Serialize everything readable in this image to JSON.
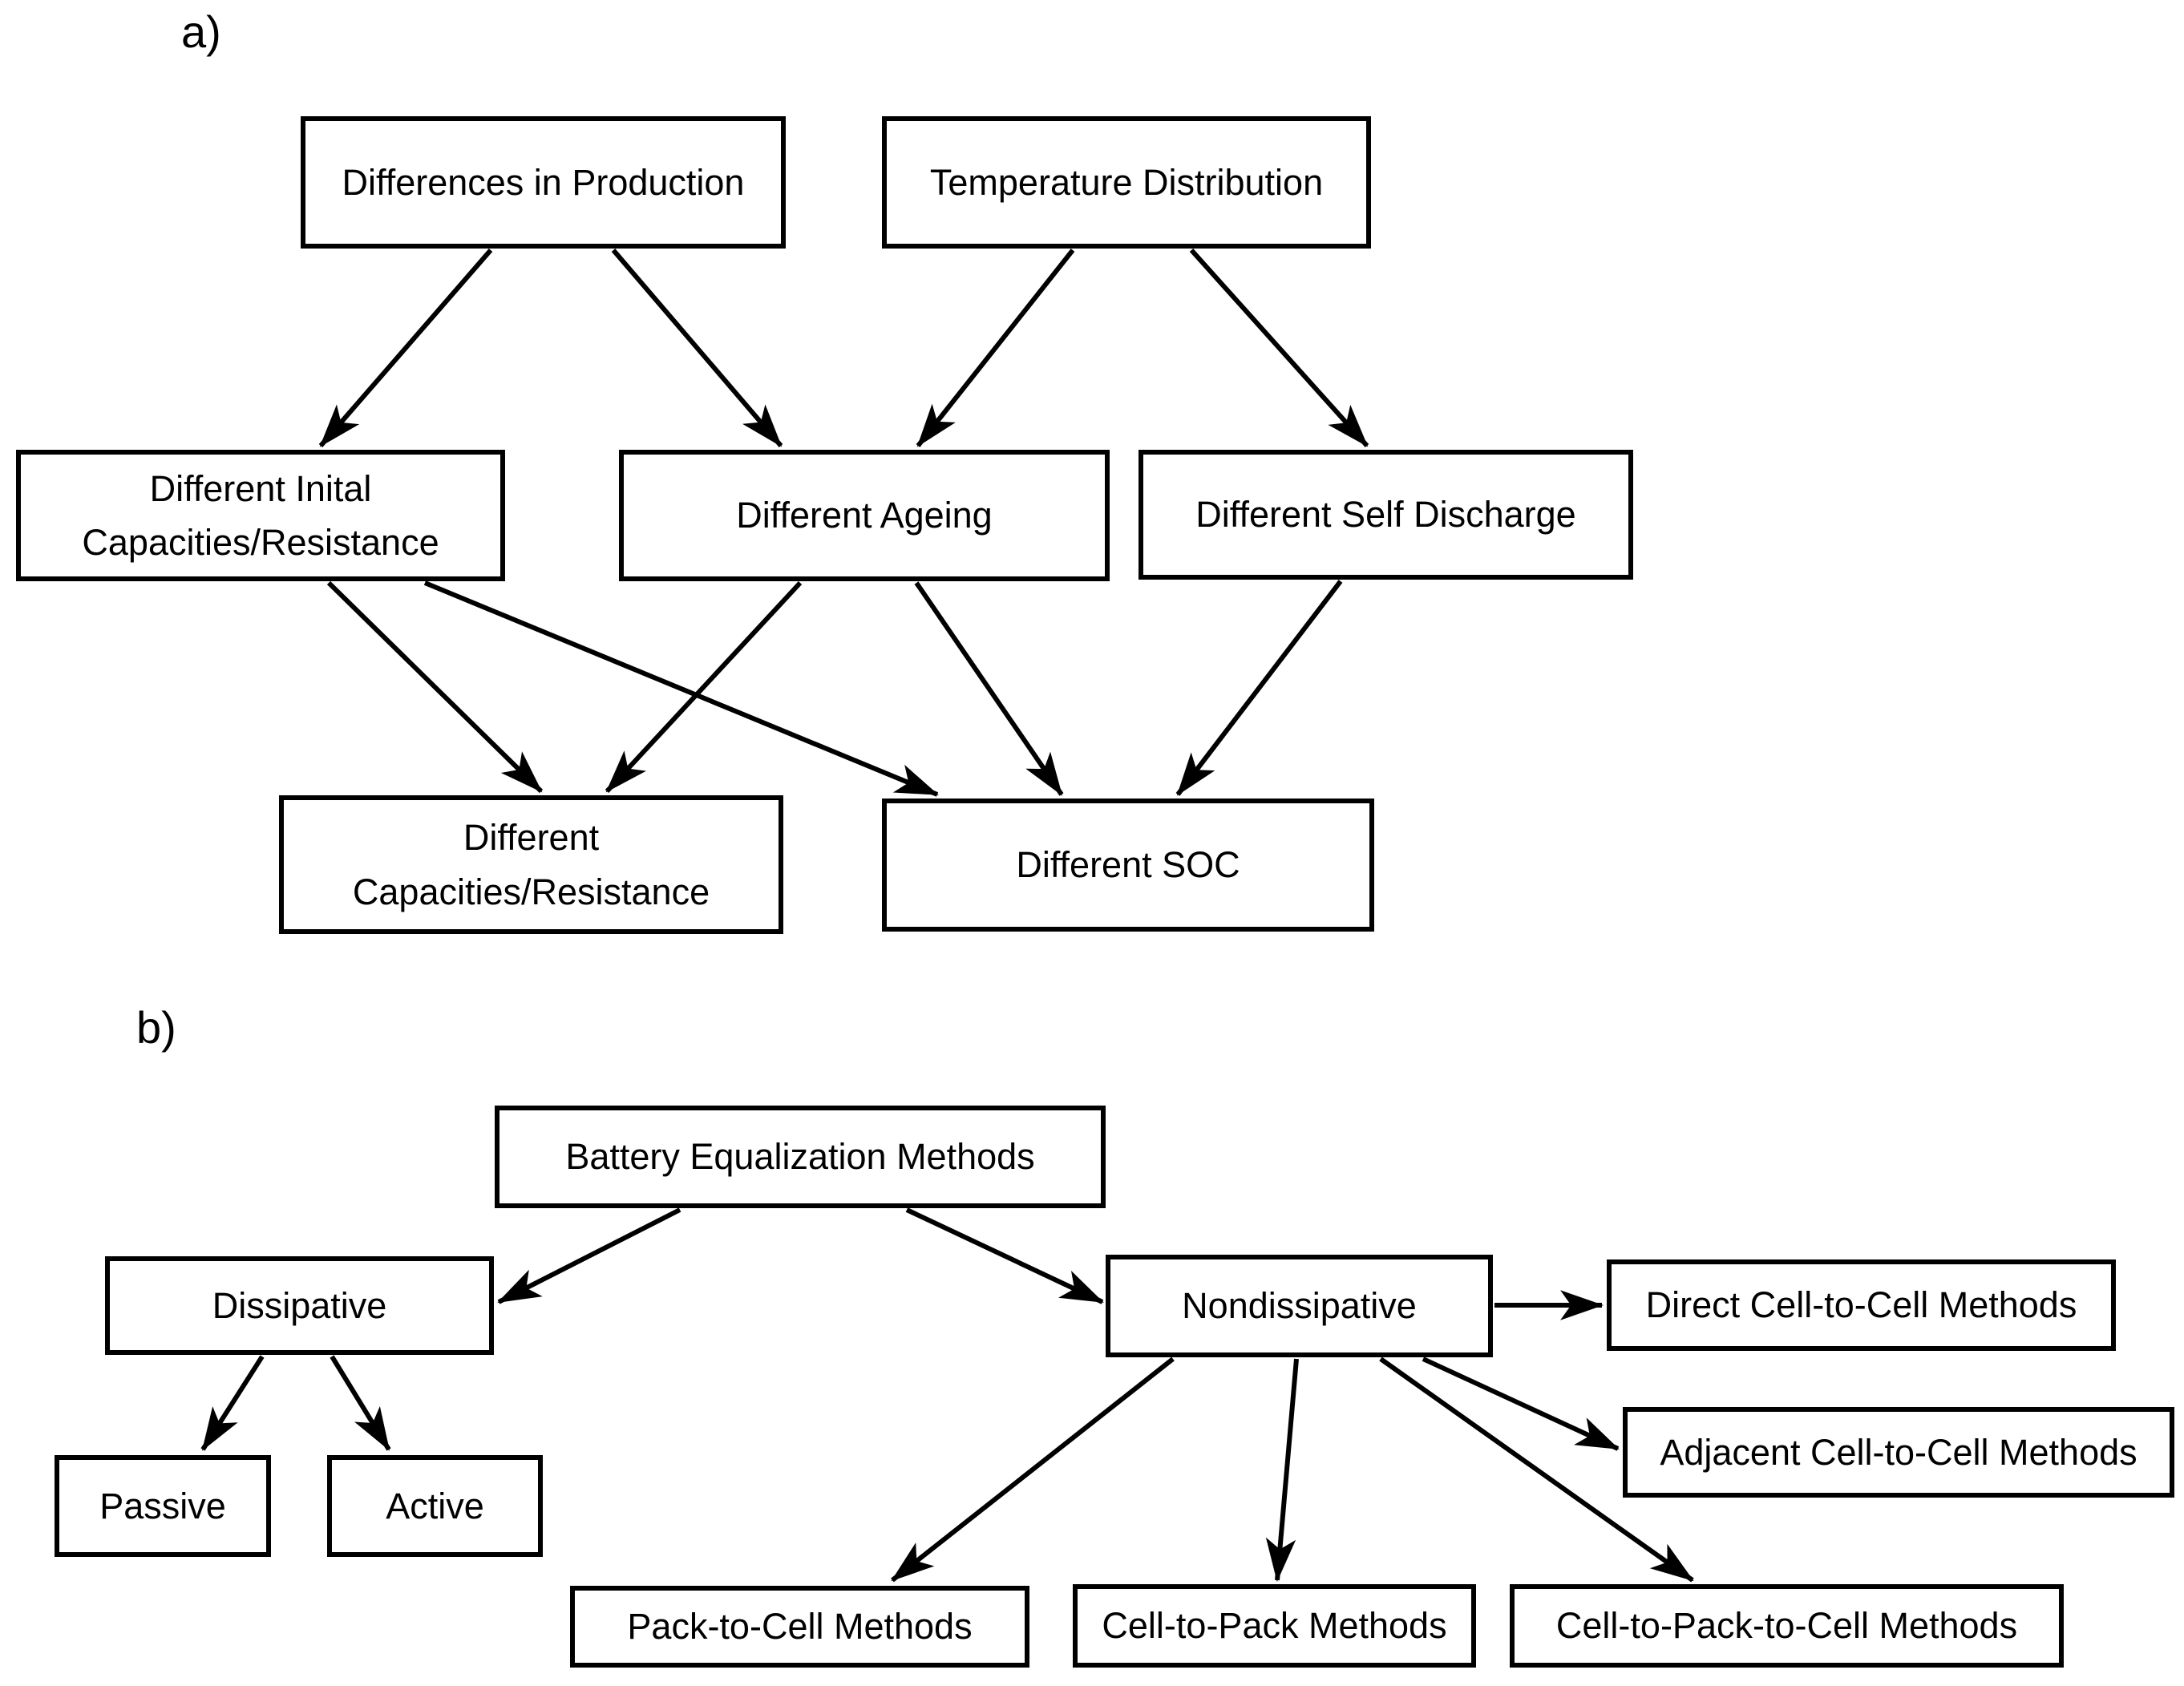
{
  "colors": {
    "ink": "#000000",
    "background": "#ffffff"
  },
  "panel_a": {
    "label": "a)",
    "nodes": {
      "a1": {
        "label": "Differences in Production"
      },
      "a2": {
        "label": "Temperature Distribution"
      },
      "a3": {
        "label": "Different Inital Capacities/Resistance"
      },
      "a4": {
        "label": "Different Ageing"
      },
      "a5": {
        "label": "Different Self Discharge"
      },
      "a6": {
        "label": "Different Capacities/Resistance"
      },
      "a7": {
        "label": "Different SOC"
      }
    },
    "edges": [
      [
        "a1",
        "a3"
      ],
      [
        "a1",
        "a4"
      ],
      [
        "a2",
        "a4"
      ],
      [
        "a2",
        "a5"
      ],
      [
        "a3",
        "a6"
      ],
      [
        "a3",
        "a7"
      ],
      [
        "a4",
        "a6"
      ],
      [
        "a4",
        "a7"
      ],
      [
        "a5",
        "a7"
      ]
    ]
  },
  "panel_b": {
    "label": "b)",
    "nodes": {
      "root": {
        "label": "Battery Equalization Methods"
      },
      "dissipative": {
        "label": "Dissipative"
      },
      "nondissipative": {
        "label": "Nondissipative"
      },
      "passive": {
        "label": "Passive"
      },
      "active": {
        "label": "Active"
      },
      "direct": {
        "label": "Direct Cell-to-Cell Methods"
      },
      "adjacent": {
        "label": "Adjacent Cell-to-Cell Methods"
      },
      "pack_to_cell": {
        "label": "Pack-to-Cell Methods"
      },
      "cell_to_pack": {
        "label": "Cell-to-Pack Methods"
      },
      "cell_to_pack_to_cell": {
        "label": "Cell-to-Pack-to-Cell Methods"
      }
    },
    "edges": [
      [
        "root",
        "dissipative"
      ],
      [
        "root",
        "nondissipative"
      ],
      [
        "dissipative",
        "passive"
      ],
      [
        "dissipative",
        "active"
      ],
      [
        "nondissipative",
        "direct"
      ],
      [
        "nondissipative",
        "pack_to_cell"
      ],
      [
        "nondissipative",
        "cell_to_pack"
      ],
      [
        "nondissipative",
        "cell_to_pack_to_cell"
      ],
      [
        "nondissipative",
        "adjacent"
      ]
    ]
  }
}
